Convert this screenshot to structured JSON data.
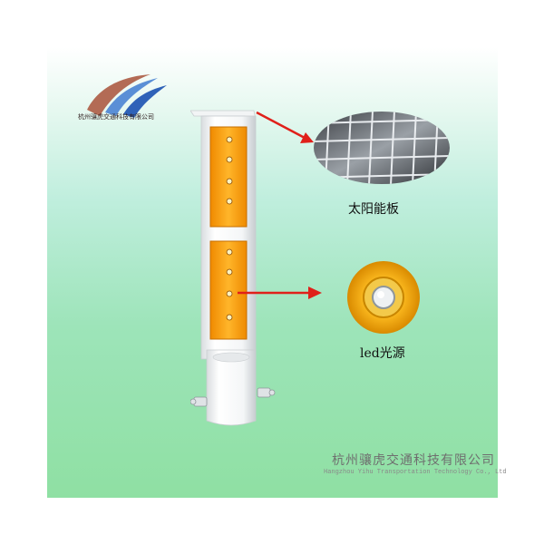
{
  "logo": {
    "company_name": "杭州骧虎交通科技有限公司",
    "icon": "swoosh-logo-icon"
  },
  "callouts": {
    "solar_label": "太阳能板",
    "led_label": "led光源"
  },
  "footer": {
    "company_cn": "杭州骧虎交通科技有限公司",
    "company_en": "Hangzhou Yihu Transportation Technology Co., Ltd"
  },
  "colors": {
    "amber": "#f5a10a",
    "arrow_red": "#e0201a",
    "background_green": "#8fe0a3"
  }
}
